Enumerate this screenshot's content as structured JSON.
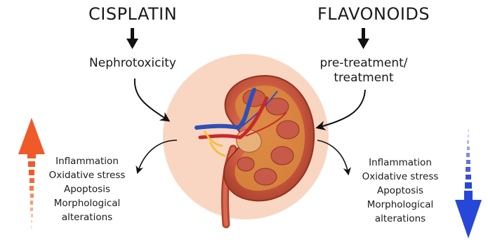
{
  "left_agent": "CISPLATIN",
  "right_agent": "FLAVONOIDS",
  "left_outcome": "Nephrotoxicity",
  "right_intervention": [
    "pre-treatment/",
    "treatment"
  ],
  "left_effects": [
    "Inflammation",
    "Oxidative stress",
    "Apoptosis",
    "Morphological",
    "alterations"
  ],
  "right_effects": [
    "Inflammation",
    "Oxidative stress",
    "Apoptosis",
    "Morphological",
    "alterations"
  ],
  "colors": {
    "increase_arrow": "#f05a28",
    "decrease_arrow": "#2747d9",
    "circle": "#f9d6c2",
    "kidney": "#c55a4a"
  },
  "icons": {
    "increase": "up-arrow-icon",
    "decrease": "down-arrow-icon",
    "organ": "kidney-icon"
  }
}
